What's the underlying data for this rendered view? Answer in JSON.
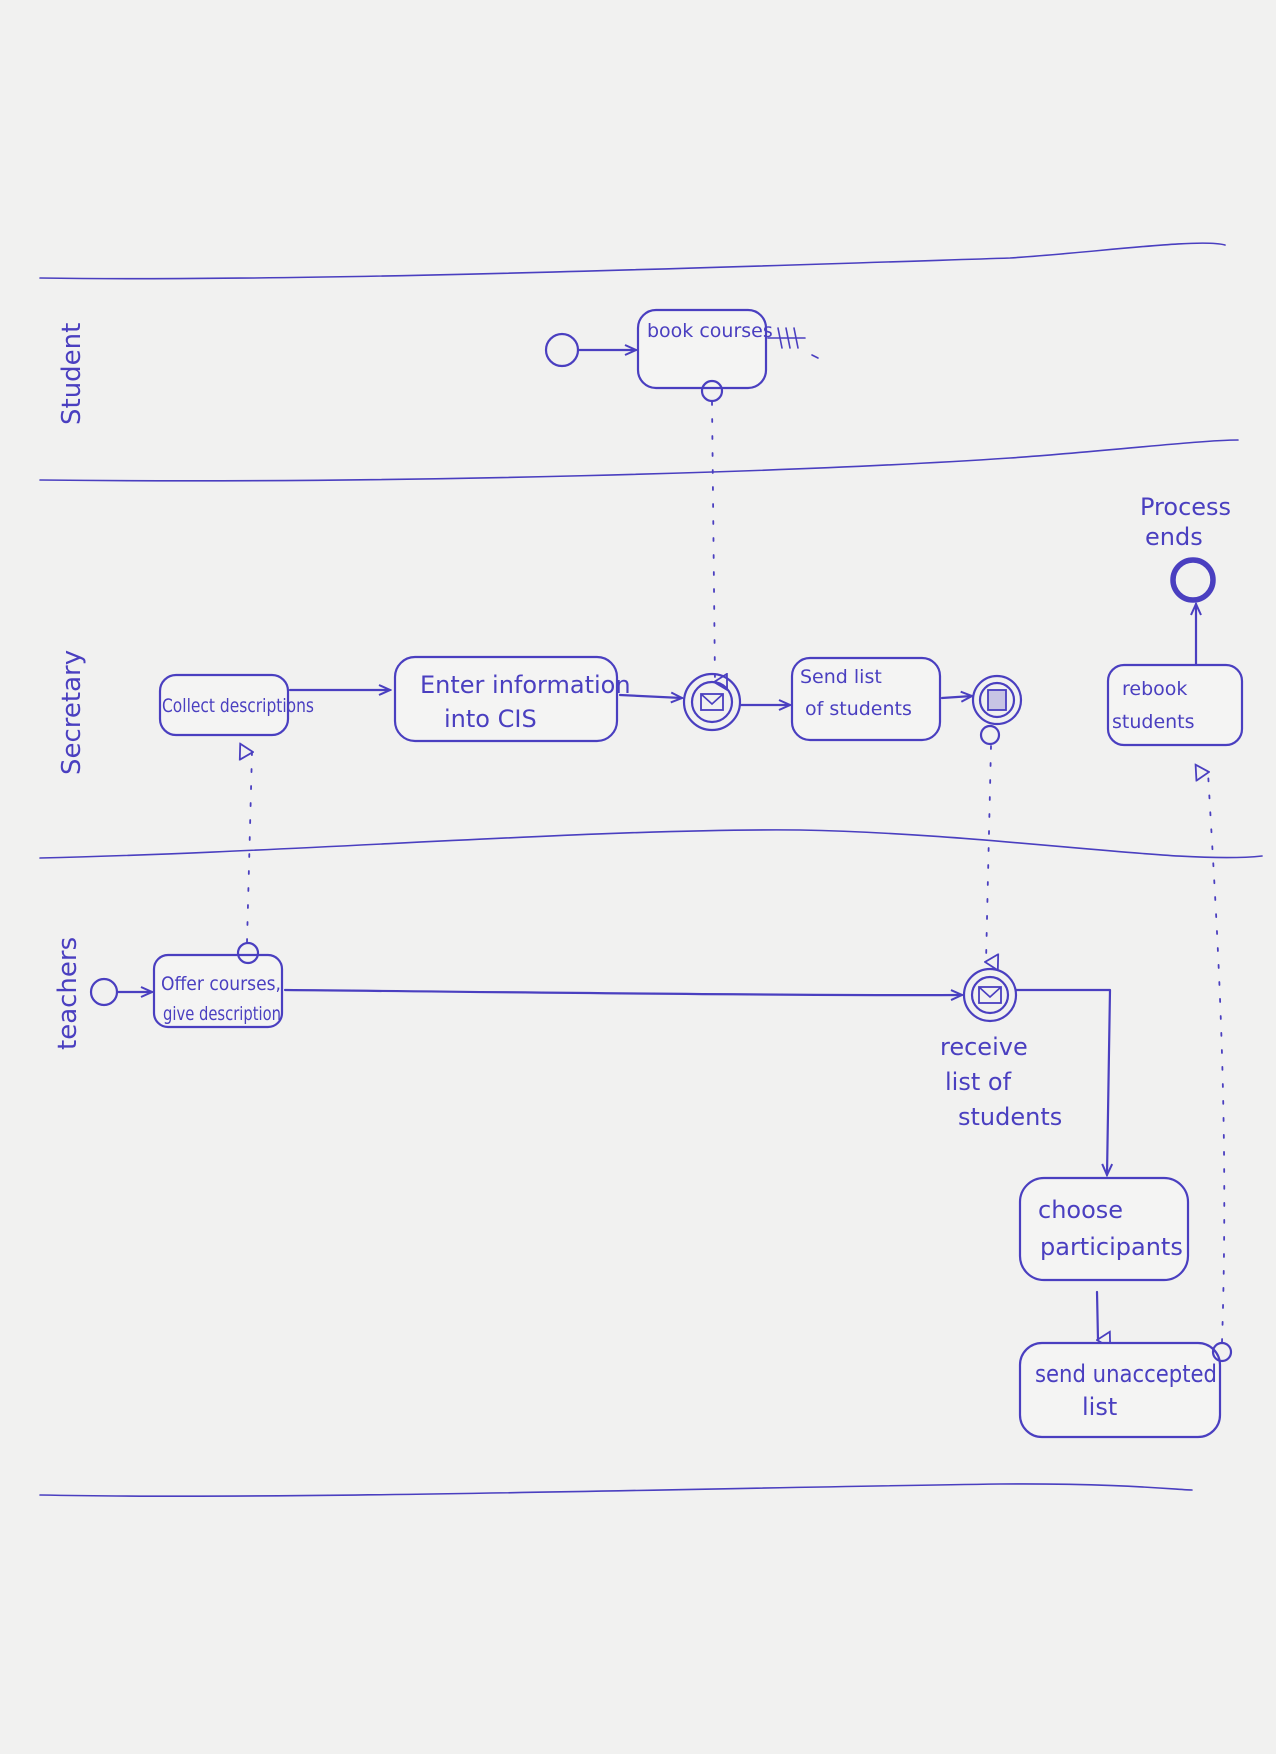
{
  "lanes": [
    "Student",
    "Secretary",
    "teachers"
  ],
  "tasks": {
    "book_courses": "book courses",
    "collect_descriptions": "Collect descriptions",
    "enter_information": [
      "Enter information",
      "into CIS"
    ],
    "send_list": [
      "Send list",
      "of students"
    ],
    "rebook_students": [
      "rebook",
      "students"
    ],
    "offer_courses": [
      "Offer courses,",
      "give description"
    ],
    "choose_participants": [
      "choose",
      "participants"
    ],
    "send_unaccepted": [
      "send unaccepted",
      "list"
    ]
  },
  "events": {
    "process_ends": [
      "Process",
      "ends"
    ],
    "receive_list": [
      "receive",
      "list of",
      "students"
    ]
  },
  "colors": {
    "ink": "#4a3fc0",
    "paper": "#f1f1f0"
  }
}
